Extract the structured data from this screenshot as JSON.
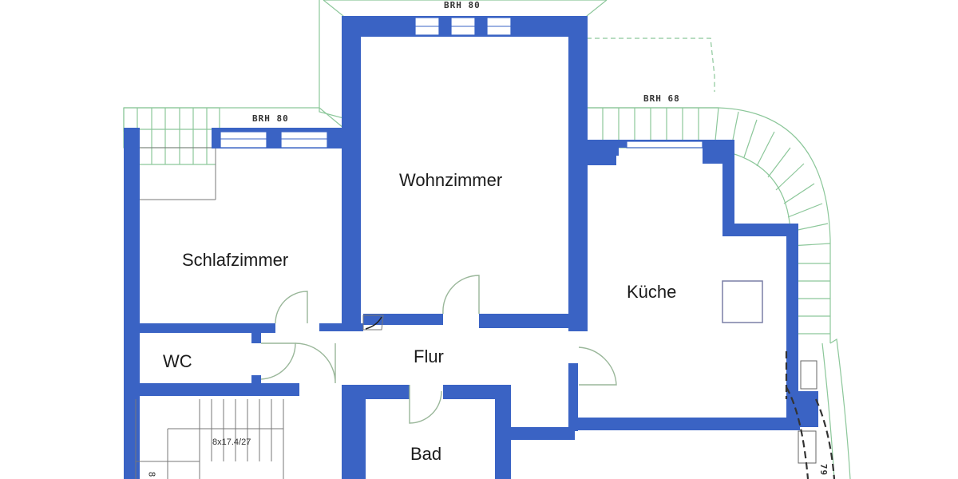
{
  "plan": {
    "type": "floor-plan",
    "colors": {
      "wall": "#3a63c4",
      "outline": "#8cc79a",
      "background": "#ffffff"
    },
    "rooms": [
      {
        "id": "wohnzimmer",
        "label": "Wohnzimmer"
      },
      {
        "id": "schlafzimmer",
        "label": "Schlafzimmer"
      },
      {
        "id": "kueche",
        "label": "Küche"
      },
      {
        "id": "flur",
        "label": "Flur"
      },
      {
        "id": "wc",
        "label": "WC"
      },
      {
        "id": "bad",
        "label": "Bad"
      }
    ],
    "annotations": {
      "brh_top": "BRH 80",
      "brh_left": "BRH 80",
      "brh_right": "BRH 68",
      "stair_dims": "8x17.4/27",
      "stair_num": "8",
      "side_dim": "79"
    }
  }
}
